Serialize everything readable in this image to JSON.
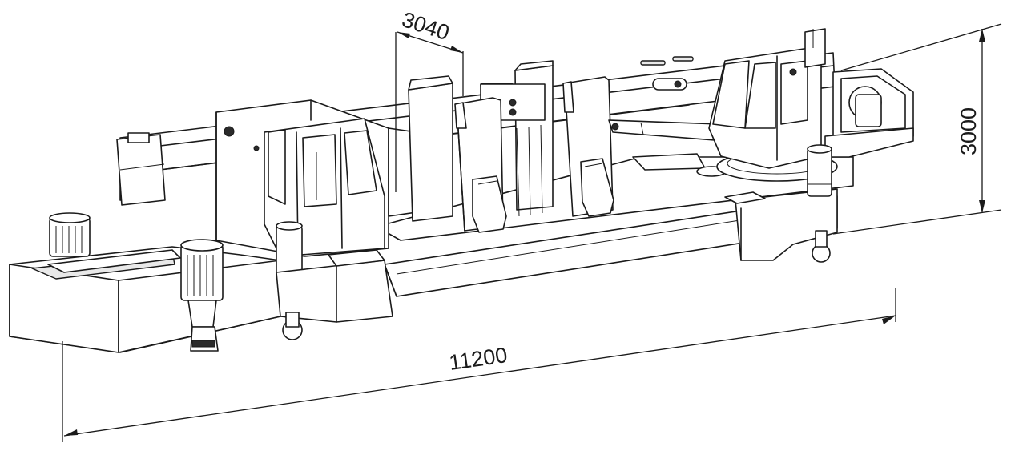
{
  "dimensions": {
    "length": "11200",
    "column_spacing": "3040",
    "height": "3000"
  }
}
